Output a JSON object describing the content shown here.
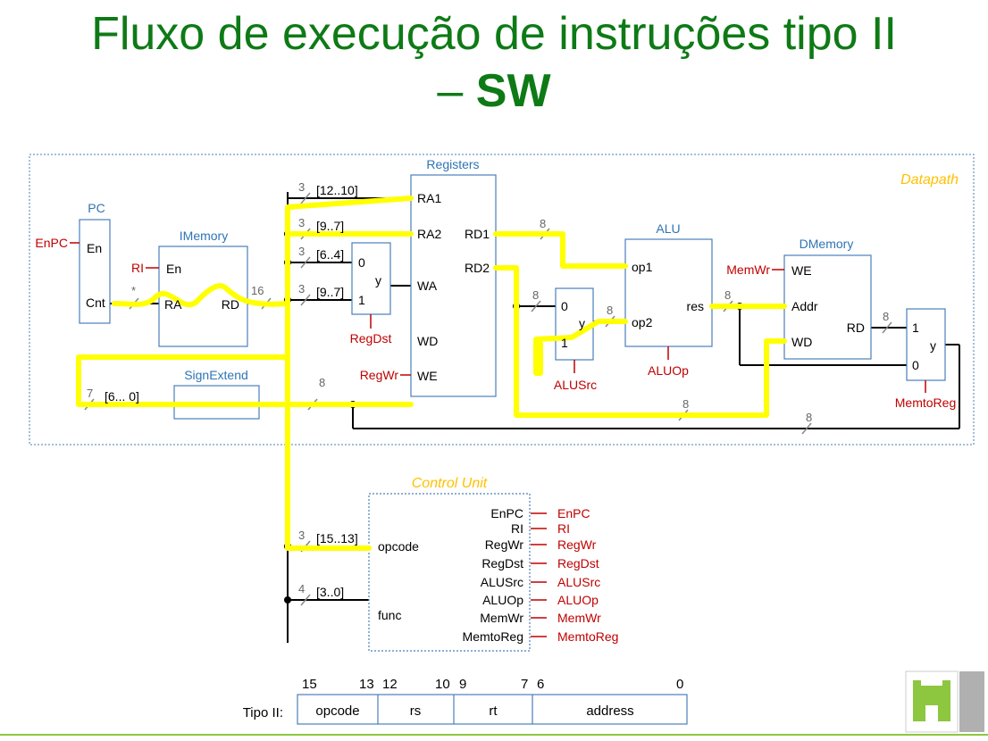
{
  "slide": {
    "title_line1": "Fluxo de execução de instruções tipo II",
    "title_dash": "– ",
    "title_bold": "SW"
  },
  "diagram": {
    "datapath_label": "Datapath",
    "pc": {
      "title": "PC",
      "en": "En",
      "cnt": "Cnt",
      "signal": "EnPC"
    },
    "imemory": {
      "title": "IMemory",
      "en": "En",
      "ra": "RA",
      "rd": "RD",
      "signal": "RI"
    },
    "registers": {
      "title": "Registers",
      "ra1": "RA1",
      "ra2": "RA2",
      "wa": "WA",
      "wd": "WD",
      "we": "WE",
      "rd1": "RD1",
      "rd2": "RD2",
      "signal": "RegWr"
    },
    "regdst_mux": {
      "in0": "0",
      "in1": "1",
      "out": "y",
      "signal": "RegDst"
    },
    "alusrc_mux": {
      "in0": "0",
      "in1": "1",
      "out": "y",
      "signal": "ALUSrc"
    },
    "alu": {
      "title": "ALU",
      "op1": "op1",
      "op2": "op2",
      "res": "res",
      "signal": "ALUOp"
    },
    "dmemory": {
      "title": "DMemory",
      "we": "WE",
      "addr": "Addr",
      "wd": "WD",
      "rd": "RD",
      "signal": "MemWr"
    },
    "memtoreg_mux": {
      "in1": "1",
      "in0": "0",
      "out": "y",
      "signal": "MemtoReg"
    },
    "signextend": {
      "title": "SignExtend"
    },
    "bus_labels": {
      "pc_bits": "*",
      "instr_bits": "16",
      "ra1_w": "3",
      "ra1_r": "[12..10]",
      "ra2_w": "3",
      "ra2_r": "[9..7]",
      "mux0_w": "3",
      "mux0_r": "[6..4]",
      "mux1_w": "3",
      "mux1_r": "[9..7]",
      "imm_w": "7",
      "imm_r": "[6... 0]",
      "se_out": "8",
      "rd1_w": "8",
      "alusrc_w": "8",
      "alusrc_out": "8",
      "res_w": "8",
      "rd_w": "8",
      "rd2_w": "8",
      "wb_w": "8"
    },
    "control_unit": {
      "title": "Control Unit",
      "opcode": "opcode",
      "func": "func",
      "opcode_w": "3",
      "opcode_r": "[15..13]",
      "func_w": "4",
      "func_r": "[3..0]",
      "outputs": [
        "EnPC",
        "RI",
        "RegWr",
        "RegDst",
        "ALUSrc",
        "ALUOp",
        "MemWr",
        "MemtoReg"
      ],
      "signals": [
        "EnPC",
        "RI",
        "RegWr",
        "RegDst",
        "ALUSrc",
        "ALUOp",
        "MemWr",
        "MemtoReg"
      ]
    }
  },
  "format": {
    "label": "Tipo II:",
    "bits": [
      "15",
      "13",
      "12",
      "10",
      "9",
      "7",
      "6",
      "0"
    ],
    "fields": [
      "opcode",
      "rs",
      "rt",
      "address"
    ]
  },
  "colors": {
    "title": "#0e7a16",
    "blue": "#2e74b5",
    "red": "#c00000",
    "yellow": "#ffff00",
    "dashed": "#4a7ebb"
  }
}
